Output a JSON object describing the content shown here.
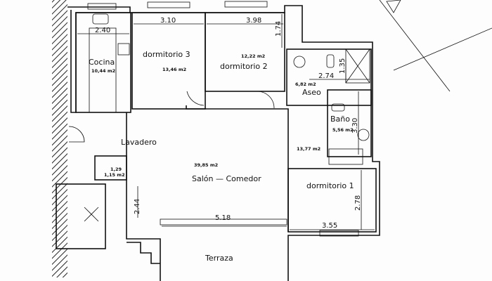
{
  "rooms": {
    "cocina": {
      "name": "Cocina",
      "area": "10,44 m2",
      "width": "2.40"
    },
    "dormitorio3": {
      "name": "dormitorio 3",
      "area": "13,46 m2",
      "width": "3.10"
    },
    "dormitorio2": {
      "name": "dormitorio 2",
      "area": "12,22 m2",
      "width": "3.98",
      "depth": "1.74"
    },
    "aseo": {
      "name": "Aseo",
      "area": "6,82 m2",
      "width": "2.74",
      "depth": "1.35"
    },
    "bano": {
      "name": "Baño",
      "area": "5,56 m2",
      "depth": "3.30"
    },
    "pasillo": {
      "area": "13,77 m2"
    },
    "dormitorio1": {
      "name": "dormitorio 1",
      "width": "3.55",
      "depth": "2.78"
    },
    "salon": {
      "name": "Salón — Comedor",
      "area": "39,85 m2",
      "width": "5.18",
      "depth": "2.44"
    },
    "lavadero": {
      "name": "Lavadero",
      "width": "1,29",
      "area": "1,15 m2"
    },
    "terraza": {
      "name": "Terraza"
    }
  }
}
